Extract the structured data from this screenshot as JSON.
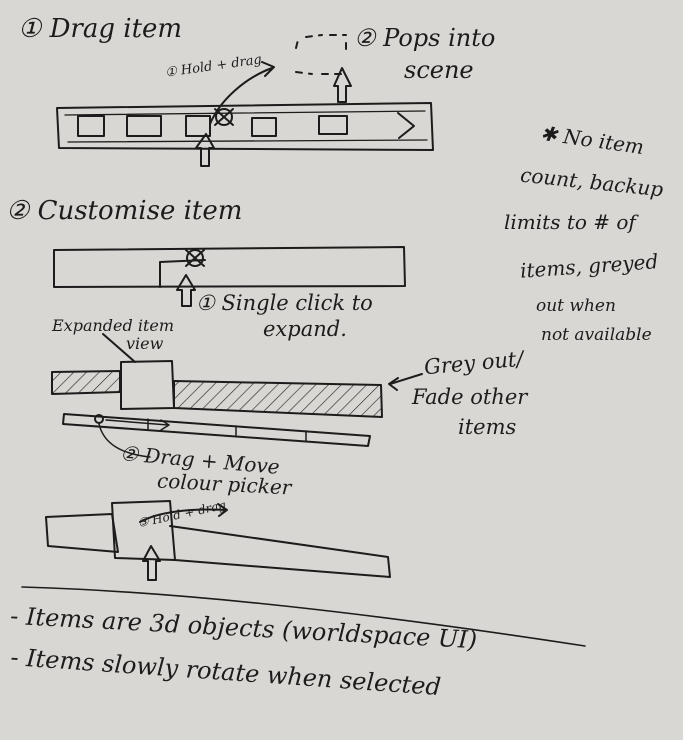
{
  "colors": {
    "paper": "#d9d7d3",
    "ink": "#1c1c1c"
  },
  "section1": {
    "title": "① Drag item",
    "hold_drag": "① Hold + drag",
    "pops": "② Pops into",
    "pops2": "scene",
    "scroll_arrow": ">"
  },
  "side_note": {
    "line1": "✱ No item",
    "line2": "count, backup",
    "line3": "limits to # of",
    "line4": "items, greyed",
    "line5": "out when",
    "line6": "not available"
  },
  "section2": {
    "title": "② Customise item",
    "single_click1": "① Single click to",
    "single_click2": "expand.",
    "expanded1": "Expanded item",
    "expanded2": "view",
    "grey1": "Grey out/",
    "grey2": "Fade other",
    "grey3": "items",
    "drag_move1": "② Drag + Move",
    "drag_move2": "colour picker",
    "hold_drag3": "③ Hold + drag"
  },
  "notes": {
    "line1": "- Items are 3d objects (worldspace UI)",
    "line2": "- Items slowly rotate when selected"
  }
}
